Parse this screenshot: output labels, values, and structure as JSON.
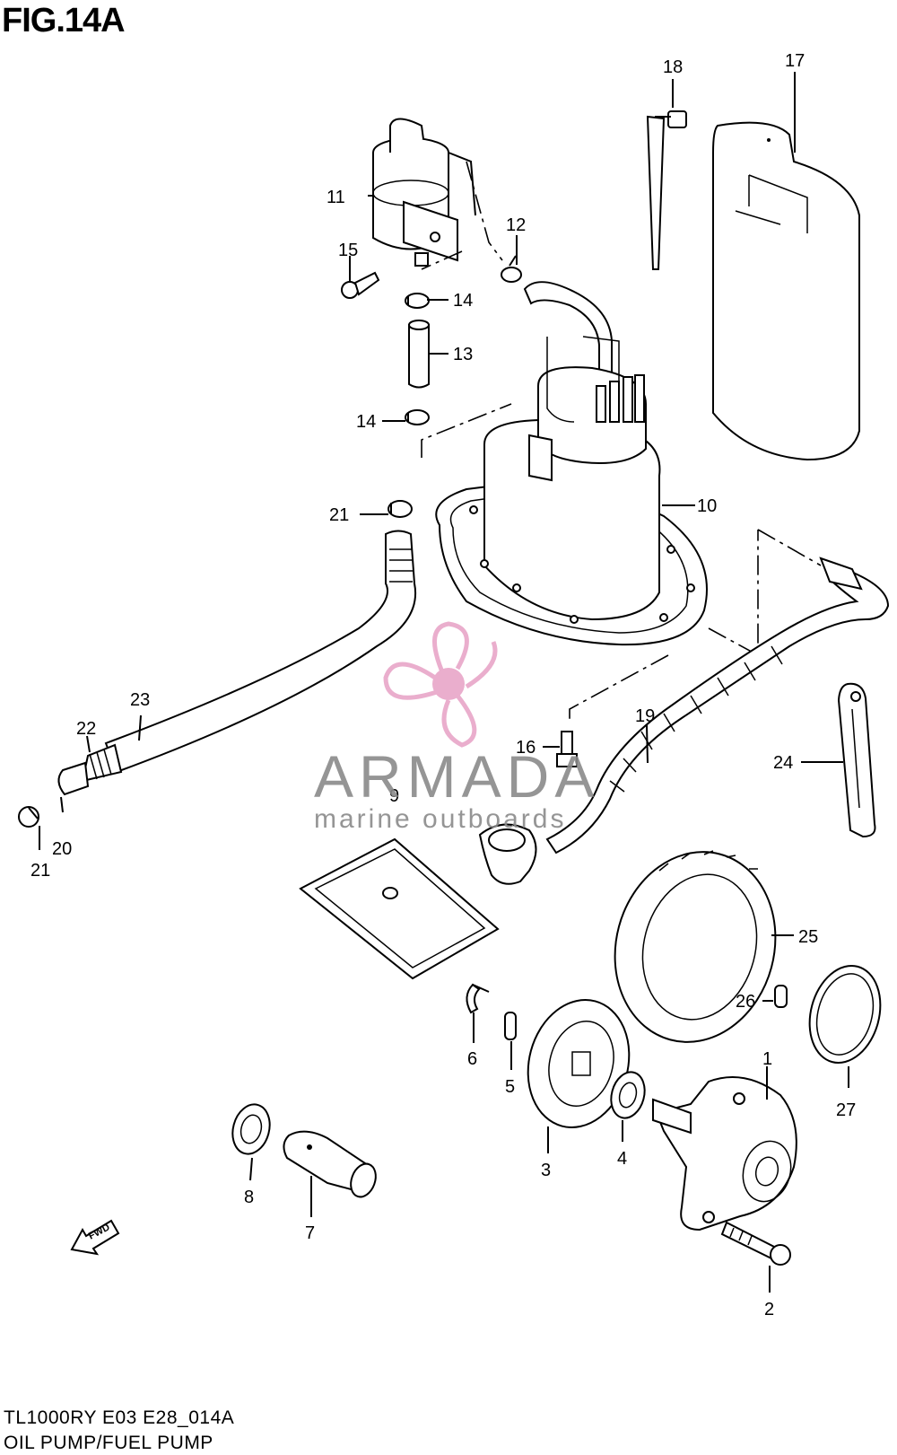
{
  "figure": {
    "title": "FIG.14A",
    "model_code": "TL1000RY E03 E28_014A",
    "caption": "OIL PUMP/FUEL PUMP",
    "fwd_label": "FWD"
  },
  "watermark": {
    "brand": "ARMADA",
    "tagline": "marine outboards",
    "accent_color": "#e8a6c8",
    "text_color": "#8a8a8a"
  },
  "callouts": [
    {
      "id": "c1",
      "label": "1"
    },
    {
      "id": "c2",
      "label": "2"
    },
    {
      "id": "c3",
      "label": "3"
    },
    {
      "id": "c4",
      "label": "4"
    },
    {
      "id": "c5",
      "label": "5"
    },
    {
      "id": "c6",
      "label": "6"
    },
    {
      "id": "c7",
      "label": "7"
    },
    {
      "id": "c8",
      "label": "8"
    },
    {
      "id": "c9",
      "label": "9"
    },
    {
      "id": "c10",
      "label": "10"
    },
    {
      "id": "c11",
      "label": "11"
    },
    {
      "id": "c12",
      "label": "12"
    },
    {
      "id": "c13",
      "label": "13"
    },
    {
      "id": "c14a",
      "label": "14"
    },
    {
      "id": "c14b",
      "label": "14"
    },
    {
      "id": "c15",
      "label": "15"
    },
    {
      "id": "c16",
      "label": "16"
    },
    {
      "id": "c17",
      "label": "17"
    },
    {
      "id": "c18",
      "label": "18"
    },
    {
      "id": "c19",
      "label": "19"
    },
    {
      "id": "c20",
      "label": "20"
    },
    {
      "id": "c21a",
      "label": "21"
    },
    {
      "id": "c21b",
      "label": "21"
    },
    {
      "id": "c22",
      "label": "22"
    },
    {
      "id": "c23",
      "label": "23"
    },
    {
      "id": "c24",
      "label": "24"
    },
    {
      "id": "c25",
      "label": "25"
    },
    {
      "id": "c26",
      "label": "26"
    },
    {
      "id": "c27",
      "label": "27"
    }
  ]
}
